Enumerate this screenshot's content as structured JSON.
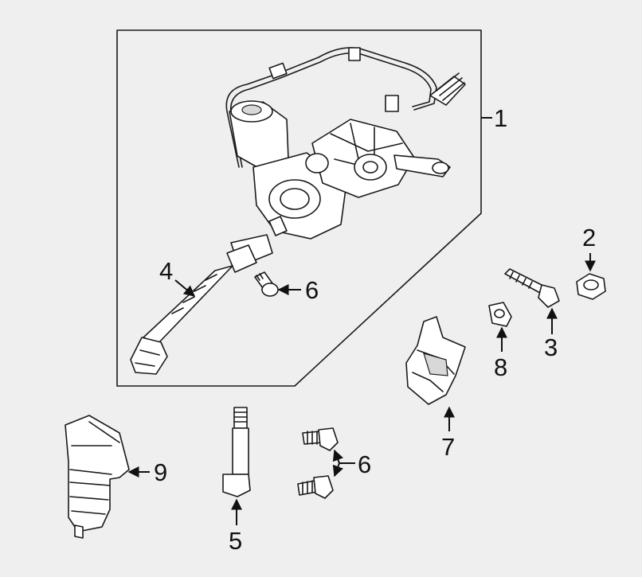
{
  "callouts": {
    "c1": "1",
    "c2": "2",
    "c3": "3",
    "c4": "4",
    "c5": "5",
    "c6a": "6",
    "c6b": "6",
    "c7": "7",
    "c8": "8",
    "c9": "9"
  },
  "colors": {
    "background": "#efefef",
    "line": "#1a1a1a",
    "part_fill": "#ffffff"
  }
}
